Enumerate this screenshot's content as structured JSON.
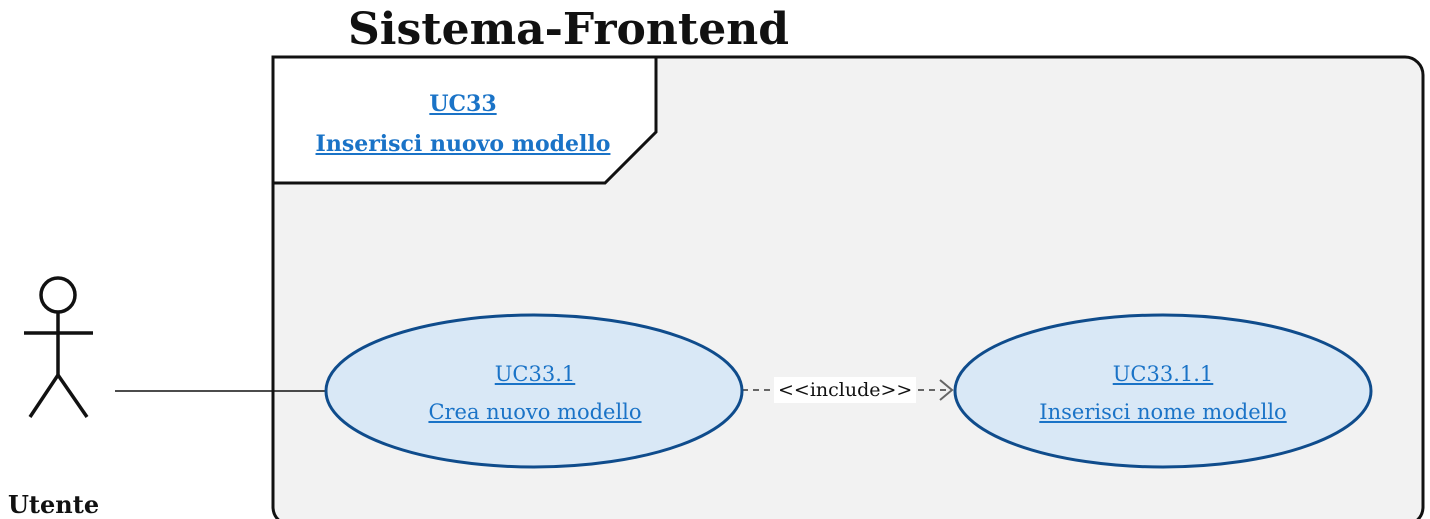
{
  "system": {
    "title": "Sistema-Frontend"
  },
  "frame": {
    "id": "UC33",
    "name": "Inserisci nuovo modello"
  },
  "actor": {
    "name": "Utente"
  },
  "use_cases": {
    "main": {
      "id": "UC33.1",
      "name": "Crea nuovo modello"
    },
    "included": {
      "id": "UC33.1.1",
      "name": "Inserisci nome modello"
    }
  },
  "relation": {
    "label": "<<include>>"
  },
  "colors": {
    "link": "#1a73c7",
    "ellipse_fill": "#d9e8f6",
    "ellipse_stroke": "#0f4c8c",
    "frame_fill": "#f2f2f2",
    "frame_stroke": "#111111",
    "dashed_line": "#666666"
  }
}
